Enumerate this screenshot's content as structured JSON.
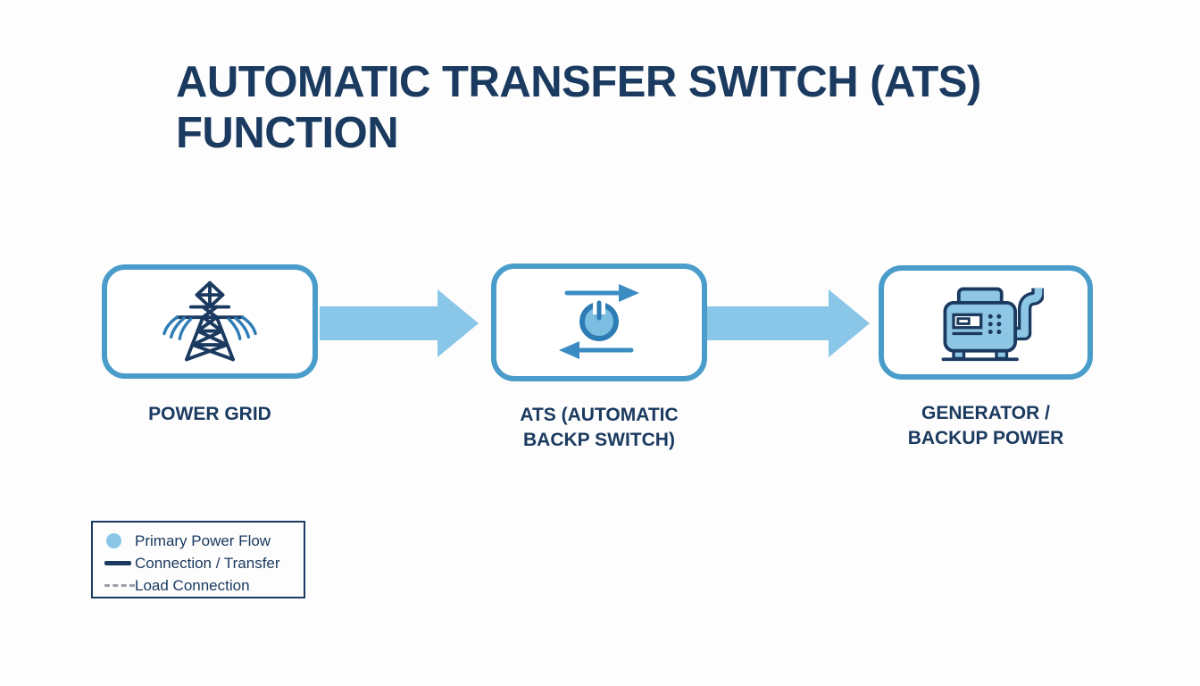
{
  "title": "AUTOMATIC TRANSFER SWITCH (ATS)\nFUNCTION",
  "colors": {
    "navy": "#1b3a60",
    "box_border": "#4a9dcb",
    "arrow_fill": "#8ac6e8",
    "icon_blue": "#3a8cc3",
    "icon_ring_blue": "#2d7cb5",
    "icon_light_fill": "#8ec6e6",
    "dash_gray": "#9aa0a6",
    "background": "#fdfdfd"
  },
  "nodes": [
    {
      "id": "power-grid",
      "label": "POWER GRID",
      "icon": "transmission-tower-icon"
    },
    {
      "id": "ats",
      "label": "ATS (AUTOMATIC\nBACKP SWITCH)",
      "icon": "transfer-switch-icon"
    },
    {
      "id": "generator",
      "label": "GENERATOR /\nBACKUP POWER",
      "icon": "generator-icon"
    }
  ],
  "arrows": [
    {
      "id": "grid-to-ats",
      "type": "primary-power-flow"
    },
    {
      "id": "ats-to-generator",
      "type": "primary-power-flow"
    }
  ],
  "legend": {
    "items": [
      {
        "label": "Primary Power Flow",
        "swatch": "circle"
      },
      {
        "label": "Connection / Transfer",
        "swatch": "solid-line"
      },
      {
        "label": "Load Connection",
        "swatch": "dashed-line"
      }
    ]
  }
}
